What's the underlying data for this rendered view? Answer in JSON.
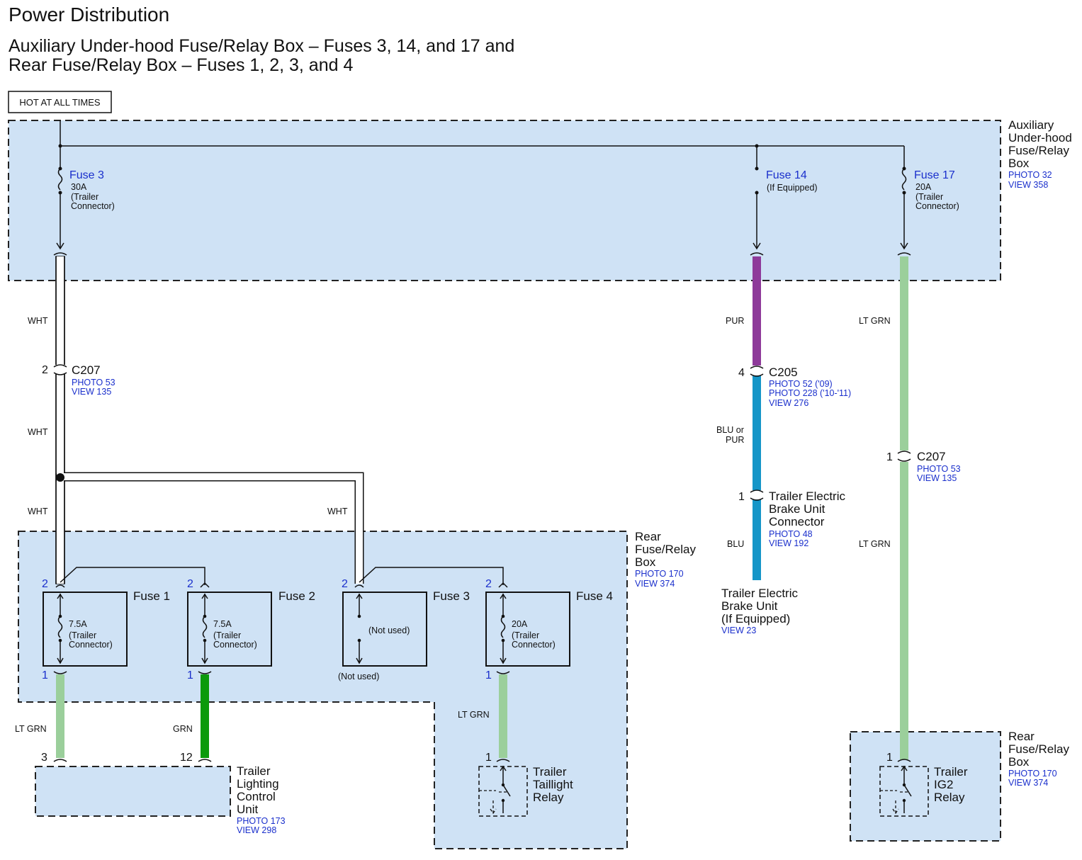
{
  "header": {
    "title": "Power Distribution",
    "subtitle_line1": "Auxiliary Under-hood Fuse/Relay Box – Fuses 3, 14, and 17 and",
    "subtitle_line2": "Rear Fuse/Relay Box – Fuses 1, 2, 3, and 4",
    "hot_label": "HOT AT ALL TIMES"
  },
  "colors": {
    "box_fill": "#cfe2f5",
    "wire_wht": "#ffffff",
    "wire_pur": "#8e3a9a",
    "wire_blu": "#1596c8",
    "wire_lt_grn": "#9bcf9b",
    "wire_grn": "#0c9a0c",
    "ref_text": "#1a2fcc"
  },
  "aux_box": {
    "name_line1": "Auxiliary",
    "name_line2": "Under-hood",
    "name_line3": "Fuse/Relay",
    "name_line4": "Box",
    "photo": "PHOTO 32",
    "view": "VIEW 358",
    "fuse3": {
      "name": "Fuse 3",
      "rating": "30A",
      "note1": "(Trailer",
      "note2": "Connector)"
    },
    "fuse14": {
      "name": "Fuse 14",
      "note1": "(If Equipped)"
    },
    "fuse17": {
      "name": "Fuse 17",
      "rating": "20A",
      "note1": "(Trailer",
      "note2": "Connector)"
    }
  },
  "wires": {
    "wht": "WHT",
    "pur": "PUR",
    "lt_grn": "LT GRN",
    "blu_or_pur_1": "BLU or",
    "blu_or_pur_2": "PUR",
    "blu": "BLU",
    "grn": "GRN"
  },
  "connectors": {
    "c207_left": {
      "pin": "2",
      "name": "C207",
      "photo": "PHOTO 53",
      "view": "VIEW 135"
    },
    "c205": {
      "pin": "4",
      "name": "C205",
      "photo1": "PHOTO 52 ('09)",
      "photo2": "PHOTO 228 ('10-'11)",
      "view": "VIEW 276"
    },
    "c207_right": {
      "pin": "1",
      "name": "C207",
      "photo": "PHOTO 53",
      "view": "VIEW 135"
    },
    "trailer_brake_conn": {
      "pin": "1",
      "line1": "Trailer Electric",
      "line2": "Brake Unit",
      "line3": "Connector",
      "photo": "PHOTO 48",
      "view": "VIEW 192"
    }
  },
  "brake_unit": {
    "line1": "Trailer Electric",
    "line2": "Brake Unit",
    "line3": "(If Equipped)",
    "view": "VIEW 23"
  },
  "rear_box": {
    "name_line1": "Rear",
    "name_line2": "Fuse/Relay",
    "name_line3": "Box",
    "photo": "PHOTO 170",
    "view": "VIEW 374",
    "fuse1": {
      "name": "Fuse 1",
      "rating": "7.5A",
      "note1": "(Trailer",
      "note2": "Connector)",
      "pin_in": "2",
      "pin_out": "1"
    },
    "fuse2": {
      "name": "Fuse 2",
      "rating": "7.5A",
      "note1": "(Trailer",
      "note2": "Connector)",
      "pin_in": "2",
      "pin_out": "1"
    },
    "fuse3": {
      "name": "Fuse 3",
      "note": "(Not used)",
      "below": "(Not used)",
      "pin_in": "2"
    },
    "fuse4": {
      "name": "Fuse 4",
      "rating": "20A",
      "note1": "(Trailer",
      "note2": "Connector)",
      "pin_in": "2",
      "pin_out": "1"
    }
  },
  "lighting_unit": {
    "pin_lt": "3",
    "pin_grn": "12",
    "line1": "Trailer",
    "line2": "Lighting",
    "line3": "Control",
    "line4": "Unit",
    "photo": "PHOTO 173",
    "view": "VIEW 298"
  },
  "taillight_relay": {
    "pin": "1",
    "line1": "Trailer",
    "line2": "Taillight",
    "line3": "Relay"
  },
  "ig2_relay": {
    "pin": "1",
    "line1": "Trailer",
    "line2": "IG2",
    "line3": "Relay"
  },
  "rear_box2": {
    "name_line1": "Rear",
    "name_line2": "Fuse/Relay",
    "name_line3": "Box",
    "photo": "PHOTO 170",
    "view": "VIEW 374"
  }
}
